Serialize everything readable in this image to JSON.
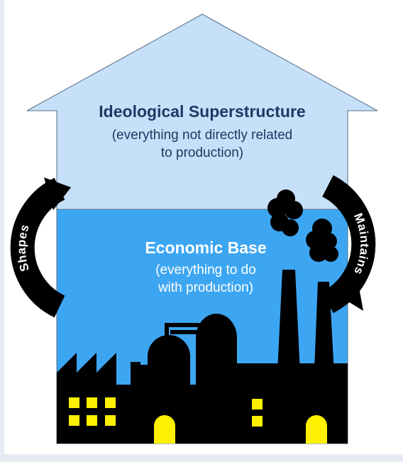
{
  "superstructure": {
    "title": "Ideological Superstructure",
    "subtitle_line1": "(everything not directly related",
    "subtitle_line2": "to production)"
  },
  "base": {
    "title": "Economic Base",
    "subtitle_line1": "(everything to do",
    "subtitle_line2": "with production)"
  },
  "arrows": {
    "left_label": "Shapes",
    "right_label": "Maintains"
  },
  "colors": {
    "superstructure_fill": "#c5e0f8",
    "base_fill": "#3da6f2",
    "superstructure_text": "#1f3864",
    "base_text": "#ffffff",
    "factory_silhouette": "#000000",
    "windows": "#ffef00",
    "arrow": "#000000",
    "arrow_text": "#ffffff"
  },
  "icons": {
    "left_arrow": "curved-arrow-up-icon",
    "right_arrow": "curved-arrow-down-icon",
    "factory": "factory-silhouette-icon",
    "smoke": "smoke-cloud-icon"
  }
}
